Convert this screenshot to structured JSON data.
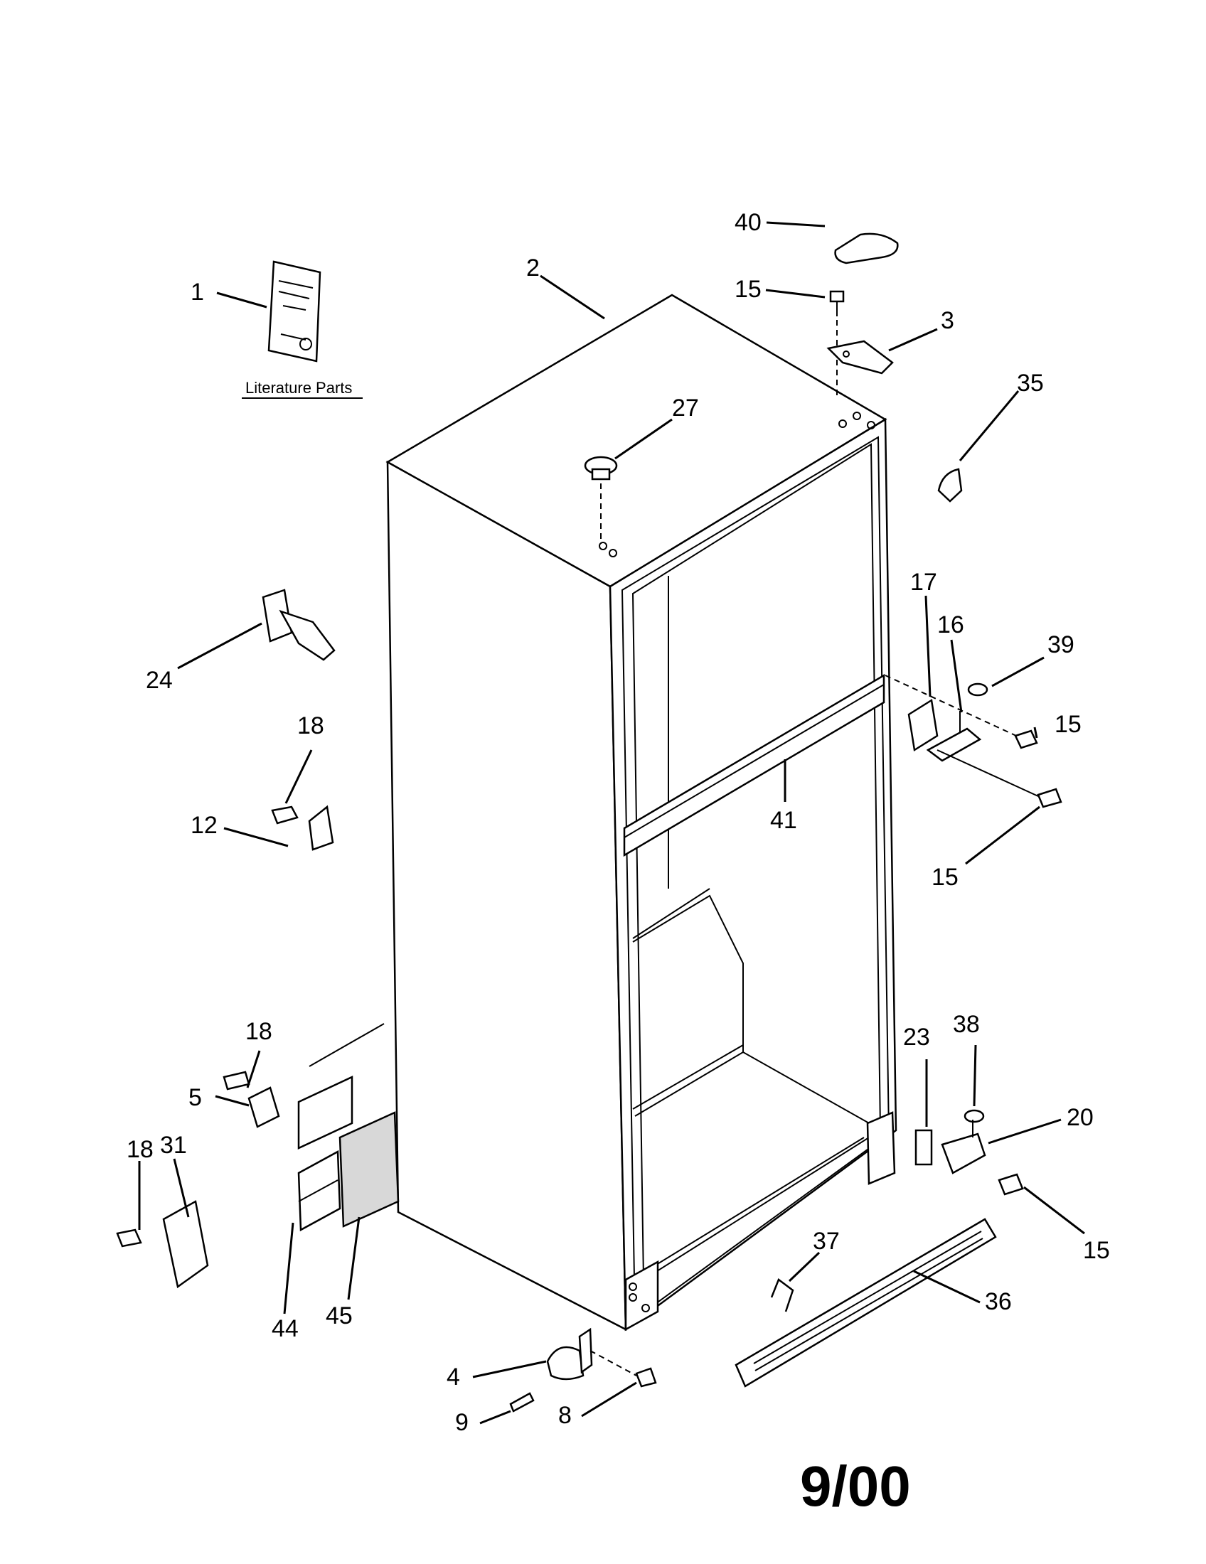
{
  "diagram": {
    "literature_caption": "Literature Parts",
    "date_code": "9/00",
    "callouts": {
      "c1": "1",
      "c2": "2",
      "c3": "3",
      "c40": "40",
      "c15a": "15",
      "c35": "35",
      "c27": "27",
      "c24": "24",
      "c18a": "18",
      "c12": "12",
      "c17": "17",
      "c16": "16",
      "c39": "39",
      "c15b": "15",
      "c41": "41",
      "c15c": "15",
      "c18b": "18",
      "c5": "5",
      "c18c": "18",
      "c31": "31",
      "c44": "44",
      "c45": "45",
      "c23": "23",
      "c38": "38",
      "c20": "20",
      "c15d": "15",
      "c37": "37",
      "c36": "36",
      "c4": "4",
      "c9": "9",
      "c8": "8"
    }
  }
}
